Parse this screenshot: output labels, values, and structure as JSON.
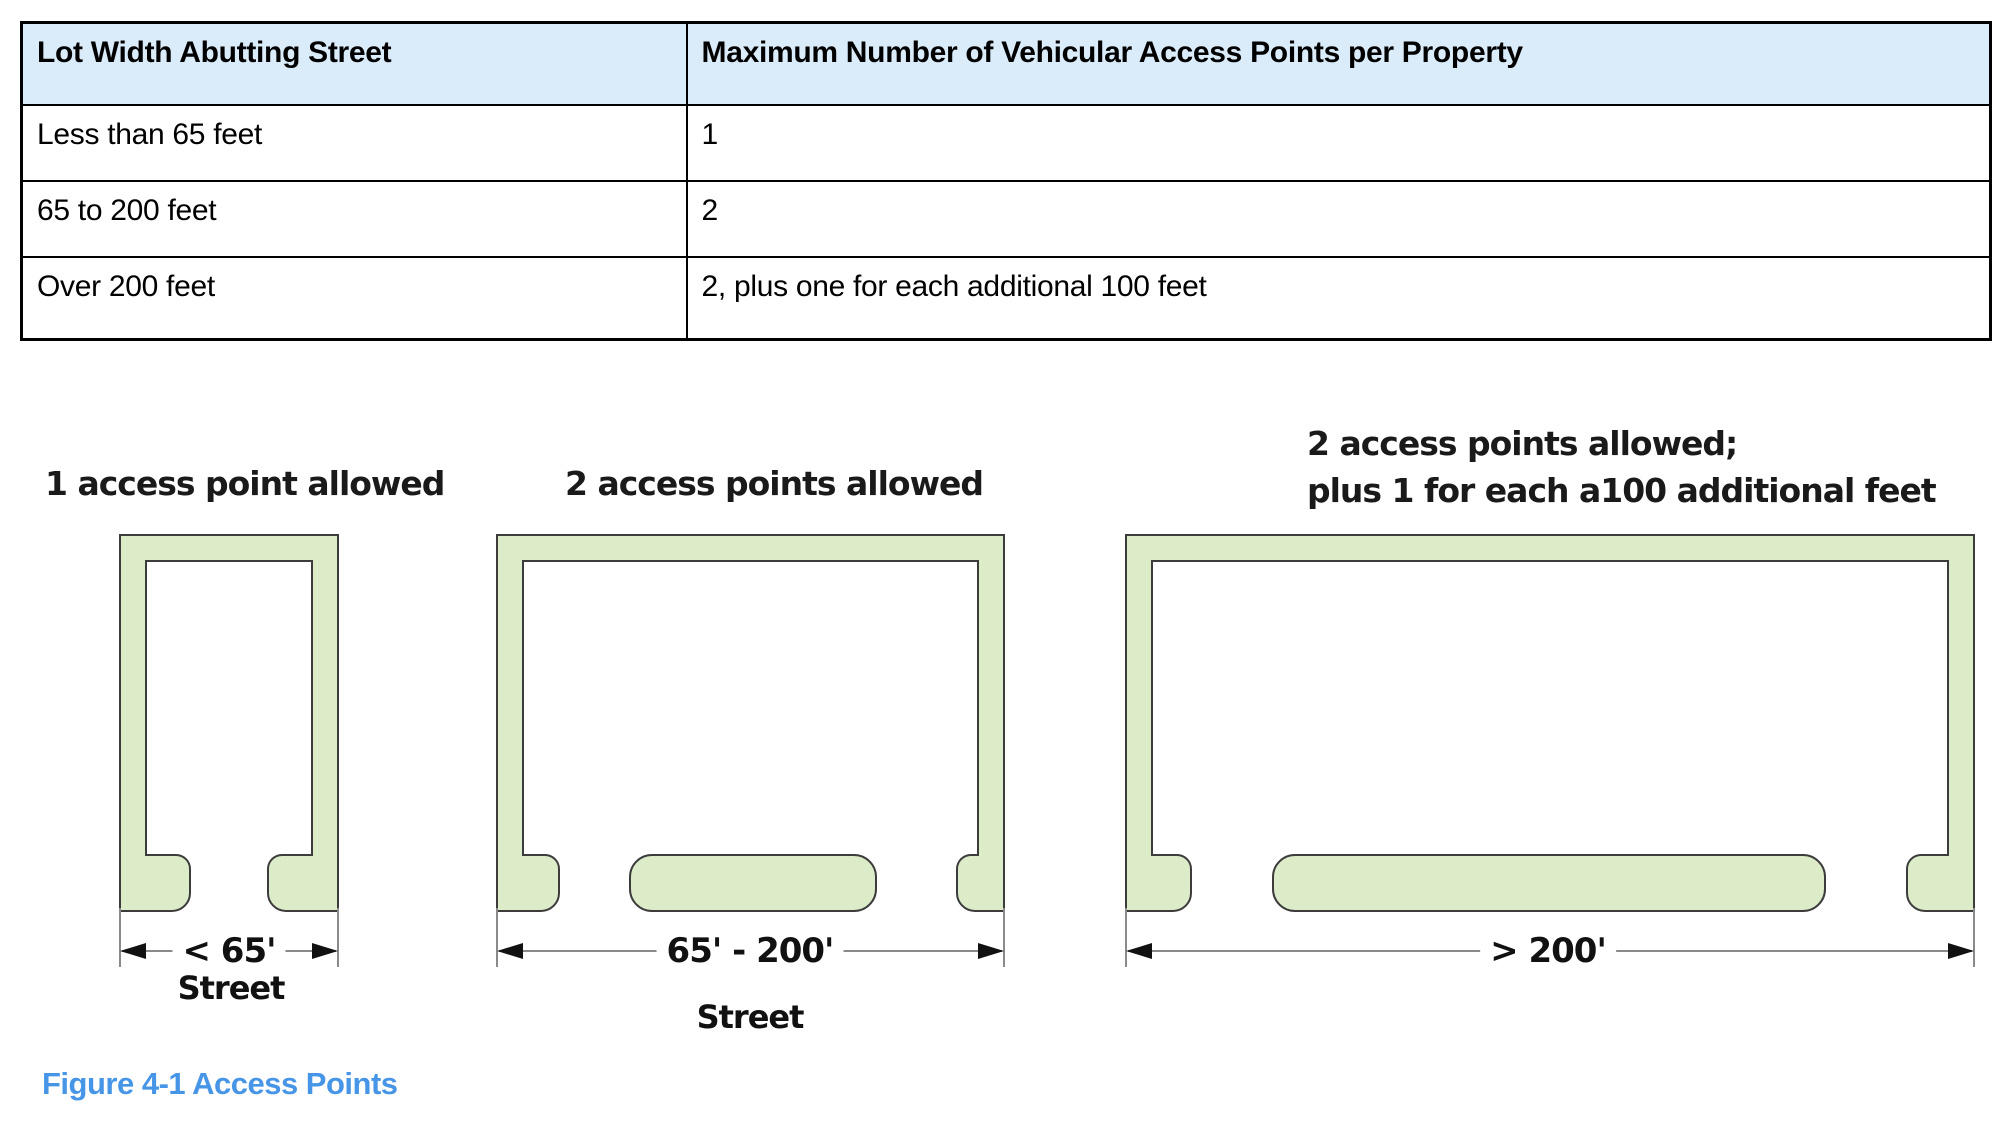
{
  "table": {
    "headers": [
      "Lot Width Abutting Street",
      "Maximum Number of Vehicular Access Points per Property"
    ],
    "rows": [
      [
        "Less than 65 feet",
        "1"
      ],
      [
        "65 to 200 feet",
        "2"
      ],
      [
        "Over 200 feet",
        "2, plus one for each additional 100 feet"
      ]
    ]
  },
  "diagrams": [
    {
      "label": "1 access point allowed",
      "dimension": "< 65'",
      "street": "Street"
    },
    {
      "label": "2 access points allowed",
      "dimension": "65' - 200'",
      "street": "Street"
    },
    {
      "label_line1": "2 access points allowed;",
      "label_line2": "plus 1 for each a100 additional feet",
      "dimension": "> 200'"
    }
  ],
  "caption": "Figure 4-1 Access Points",
  "colors": {
    "table_header_fill": "#DAEBF9",
    "lot_fill": "#DCEBC8",
    "lot_outline": "#3c3c3c",
    "dimension_line": "#8a8a8a",
    "caption_blue": "#4795E6"
  }
}
